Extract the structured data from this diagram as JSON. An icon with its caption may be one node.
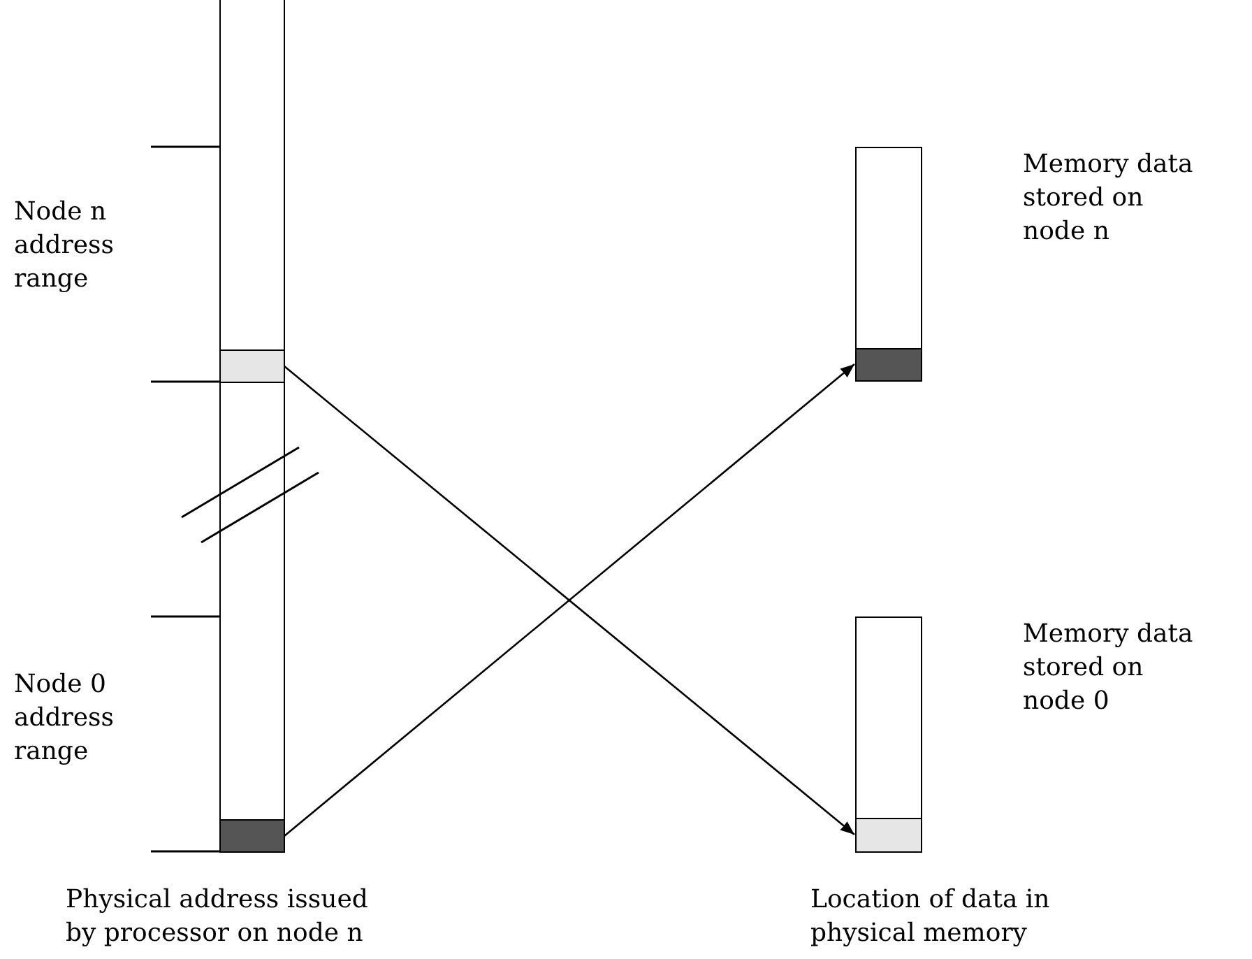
{
  "diagram": {
    "nodes": [
      {
        "text": [],
        "shape": "bar"
      },
      {
        "text": [],
        "shape": "box",
        "in": 0
      },
      {
        "text": [],
        "shape": "box",
        "in": 0
      },
      {
        "text": [],
        "shape": "bar"
      },
      {
        "text": [],
        "shape": "box",
        "in": 3
      },
      {
        "text": [],
        "shape": "bar"
      },
      {
        "text": [],
        "shape": "box",
        "in": 5
      }
    ],
    "edges": [
      {
        "from": 1,
        "to": 6,
        "arrow": "to"
      },
      {
        "from": 2,
        "to": 4,
        "arrow": "to"
      }
    ],
    "labels": [
      "Node n address range",
      "Memory data stored on node n",
      "Node 0 address range",
      "Memory data stored on node 0",
      "Physical address issued by processor on node n",
      "Location of data in physical memory"
    ]
  }
}
